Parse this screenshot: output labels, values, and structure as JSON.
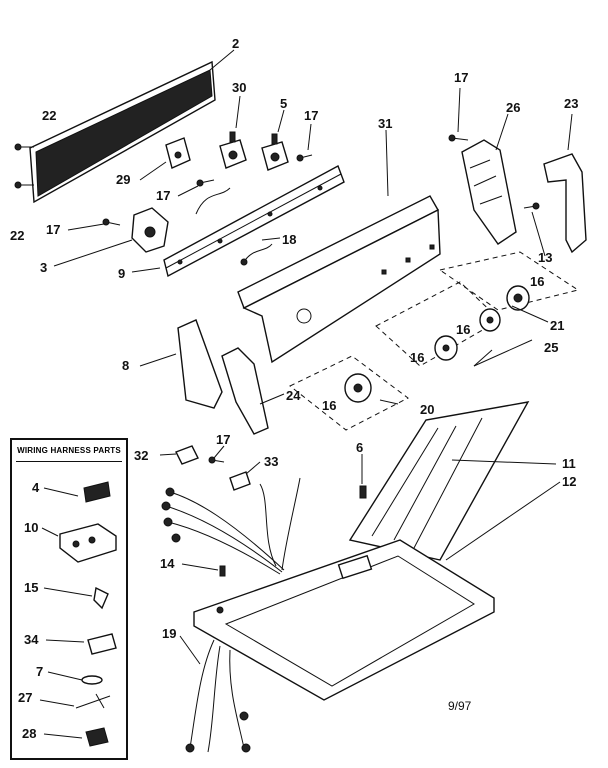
{
  "legend": {
    "title": "WIRING HARNESS PARTS"
  },
  "labels": {
    "l2": "2",
    "l22a": "22",
    "l22b": "22",
    "l30": "30",
    "l5": "5",
    "l17a": "17",
    "l17b": "17",
    "l26": "26",
    "l23": "23",
    "l31": "31",
    "l29": "29",
    "l17c": "17",
    "l17d": "17",
    "l3": "3",
    "l18": "18",
    "l9": "9",
    "l13": "13",
    "l16a": "16",
    "l16b": "16",
    "l16c": "16",
    "l16d": "16",
    "l21": "21",
    "l25": "25",
    "l20": "20",
    "l8": "8",
    "l24": "24",
    "l32": "32",
    "l17e": "17",
    "l33": "33",
    "l6": "6",
    "l11": "11",
    "l12": "12",
    "l14": "14",
    "l19": "19",
    "l4": "4",
    "l10": "10",
    "l15": "15",
    "l34": "34",
    "l7": "7",
    "l27": "27",
    "l28": "28"
  },
  "date": "9/97"
}
